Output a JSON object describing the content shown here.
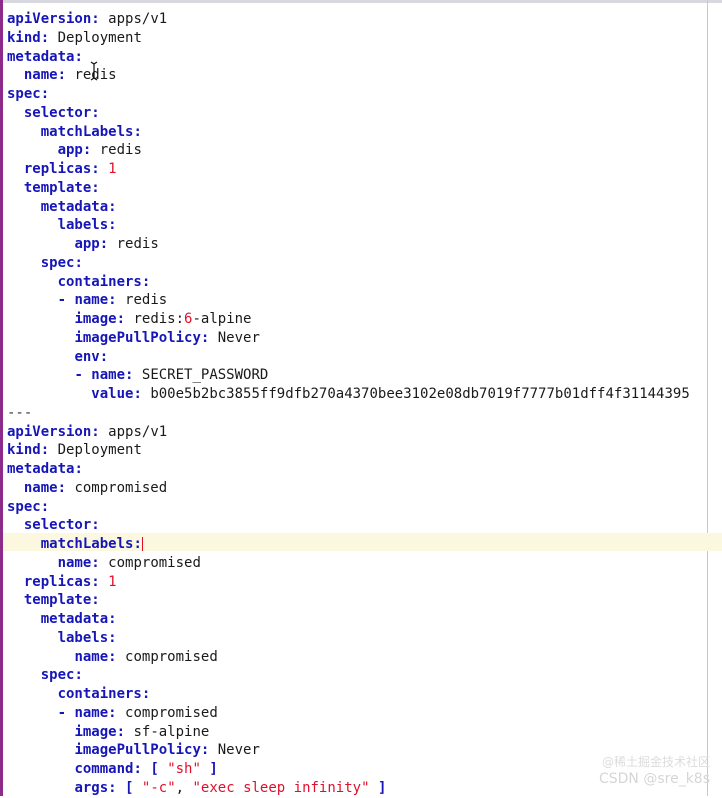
{
  "document": {
    "lines": [
      {
        "indent": "",
        "dash": false,
        "key": "apiVersion",
        "value": "apps/v1",
        "valueType": "text"
      },
      {
        "indent": "",
        "dash": false,
        "key": "kind",
        "value": "Deployment",
        "valueType": "text"
      },
      {
        "indent": "",
        "dash": false,
        "key": "metadata",
        "value": "",
        "valueType": "text"
      },
      {
        "indent": "  ",
        "dash": false,
        "key": "name",
        "value": "redis",
        "valueType": "text"
      },
      {
        "indent": "",
        "dash": false,
        "key": "spec",
        "value": "",
        "valueType": "text"
      },
      {
        "indent": "  ",
        "dash": false,
        "key": "selector",
        "value": "",
        "valueType": "text"
      },
      {
        "indent": "    ",
        "dash": false,
        "key": "matchLabels",
        "value": "",
        "valueType": "text"
      },
      {
        "indent": "      ",
        "dash": false,
        "key": "app",
        "value": "redis",
        "valueType": "text"
      },
      {
        "indent": "  ",
        "dash": false,
        "key": "replicas",
        "value": "1",
        "valueType": "number"
      },
      {
        "indent": "  ",
        "dash": false,
        "key": "template",
        "value": "",
        "valueType": "text"
      },
      {
        "indent": "    ",
        "dash": false,
        "key": "metadata",
        "value": "",
        "valueType": "text"
      },
      {
        "indent": "      ",
        "dash": false,
        "key": "labels",
        "value": "",
        "valueType": "text"
      },
      {
        "indent": "        ",
        "dash": false,
        "key": "app",
        "value": "redis",
        "valueType": "text"
      },
      {
        "indent": "    ",
        "dash": false,
        "key": "spec",
        "value": "",
        "valueType": "text"
      },
      {
        "indent": "      ",
        "dash": false,
        "key": "containers",
        "value": "",
        "valueType": "text"
      },
      {
        "indent": "      ",
        "dash": true,
        "key": "name",
        "value": "redis",
        "valueType": "text"
      },
      {
        "indent": "        ",
        "dash": false,
        "key": "image",
        "value": "",
        "valueType": "image",
        "parts": [
          "redis:",
          "6",
          "-alpine"
        ]
      },
      {
        "indent": "        ",
        "dash": false,
        "key": "imagePullPolicy",
        "value": "Never",
        "valueType": "text"
      },
      {
        "indent": "        ",
        "dash": false,
        "key": "env",
        "value": "",
        "valueType": "text"
      },
      {
        "indent": "        ",
        "dash": true,
        "key": "name",
        "value": "SECRET_PASSWORD",
        "valueType": "text"
      },
      {
        "indent": "          ",
        "dash": false,
        "key": "value",
        "value": "b00e5b2bc3855ff9dfb270a4370bee3102e08db7019f7777b01dff4f31144395",
        "valueType": "text"
      },
      {
        "raw": "---"
      },
      {
        "indent": "",
        "dash": false,
        "key": "apiVersion",
        "value": "apps/v1",
        "valueType": "text"
      },
      {
        "indent": "",
        "dash": false,
        "key": "kind",
        "value": "Deployment",
        "valueType": "text"
      },
      {
        "indent": "",
        "dash": false,
        "key": "metadata",
        "value": "",
        "valueType": "text"
      },
      {
        "indent": "  ",
        "dash": false,
        "key": "name",
        "value": "compromised",
        "valueType": "text"
      },
      {
        "indent": "",
        "dash": false,
        "key": "spec",
        "value": "",
        "valueType": "text"
      },
      {
        "indent": "  ",
        "dash": false,
        "key": "selector",
        "value": "",
        "valueType": "text"
      },
      {
        "indent": "    ",
        "dash": false,
        "key": "matchLabels",
        "value": "",
        "valueType": "text",
        "cursor": true
      },
      {
        "indent": "      ",
        "dash": false,
        "key": "name",
        "value": "compromised",
        "valueType": "text"
      },
      {
        "indent": "  ",
        "dash": false,
        "key": "replicas",
        "value": "1",
        "valueType": "number"
      },
      {
        "indent": "  ",
        "dash": false,
        "key": "template",
        "value": "",
        "valueType": "text"
      },
      {
        "indent": "    ",
        "dash": false,
        "key": "metadata",
        "value": "",
        "valueType": "text"
      },
      {
        "indent": "      ",
        "dash": false,
        "key": "labels",
        "value": "",
        "valueType": "text"
      },
      {
        "indent": "        ",
        "dash": false,
        "key": "name",
        "value": "compromised",
        "valueType": "text"
      },
      {
        "indent": "    ",
        "dash": false,
        "key": "spec",
        "value": "",
        "valueType": "text"
      },
      {
        "indent": "      ",
        "dash": false,
        "key": "containers",
        "value": "",
        "valueType": "text"
      },
      {
        "indent": "      ",
        "dash": true,
        "key": "name",
        "value": "compromised",
        "valueType": "text"
      },
      {
        "indent": "        ",
        "dash": false,
        "key": "image",
        "value": "sf-alpine",
        "valueType": "text"
      },
      {
        "indent": "        ",
        "dash": false,
        "key": "imagePullPolicy",
        "value": "Never",
        "valueType": "text"
      },
      {
        "indent": "        ",
        "dash": false,
        "key": "command",
        "value": "",
        "valueType": "list",
        "items": [
          "\"sh\""
        ]
      },
      {
        "indent": "        ",
        "dash": false,
        "key": "args",
        "value": "",
        "valueType": "list",
        "items": [
          "\"-c\"",
          "\"exec sleep infinity\""
        ]
      }
    ]
  },
  "watermark": {
    "line1": "@稀土掘金技术社区",
    "line2": "CSDN @sre_k8s"
  },
  "colors": {
    "key": "#1616b8",
    "number": "#e0102c",
    "string": "#e0102c",
    "gutter": "#8d2b8b",
    "cursor_line": "#fbf8df"
  }
}
